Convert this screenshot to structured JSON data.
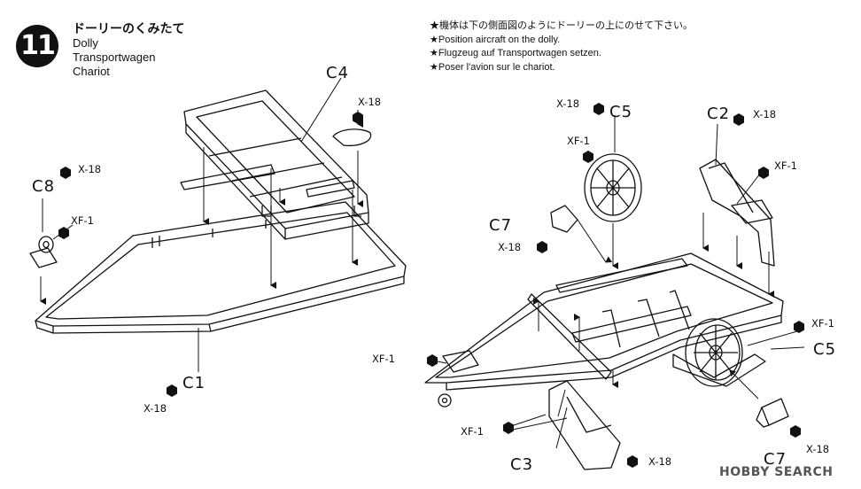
{
  "step": {
    "number": "11",
    "title_jp": "ドーリーのくみたて",
    "titles": [
      "Dolly",
      "Transportwagen",
      "Chariot"
    ]
  },
  "notes": [
    "★機体は下の側面図のようにドーリーの上にのせて下さい。",
    "★Position aircraft on the dolly.",
    "★Flugzeug auf Transportwagen setzen.",
    "★Poser l'avion sur le chariot."
  ],
  "left_diagram": {
    "parts": {
      "c4": "C4",
      "c8": "C8",
      "c1": "C1"
    },
    "fasteners": {
      "x18_top": "X-18",
      "x18_c8": "X-18",
      "xf1_c8": "XF-1",
      "x18_c1": "X-18"
    }
  },
  "right_diagram": {
    "parts": {
      "c5_top": "C5",
      "c2": "C2",
      "c7_left": "C7",
      "c5_right": "C5",
      "c3": "C3",
      "c7_bottom": "C7"
    },
    "fasteners": {
      "x18_c5": "X-18",
      "xf1_c5": "XF-1",
      "x18_c2": "X-18",
      "xf1_c2": "XF-1",
      "x18_c7": "X-18",
      "xf1_right": "XF-1",
      "xf1_left": "XF-1",
      "xf1_c3": "XF-1",
      "x18_c3": "X-18",
      "x18_c7b": "X-18"
    }
  },
  "watermark": "HOBBY SEARCH"
}
